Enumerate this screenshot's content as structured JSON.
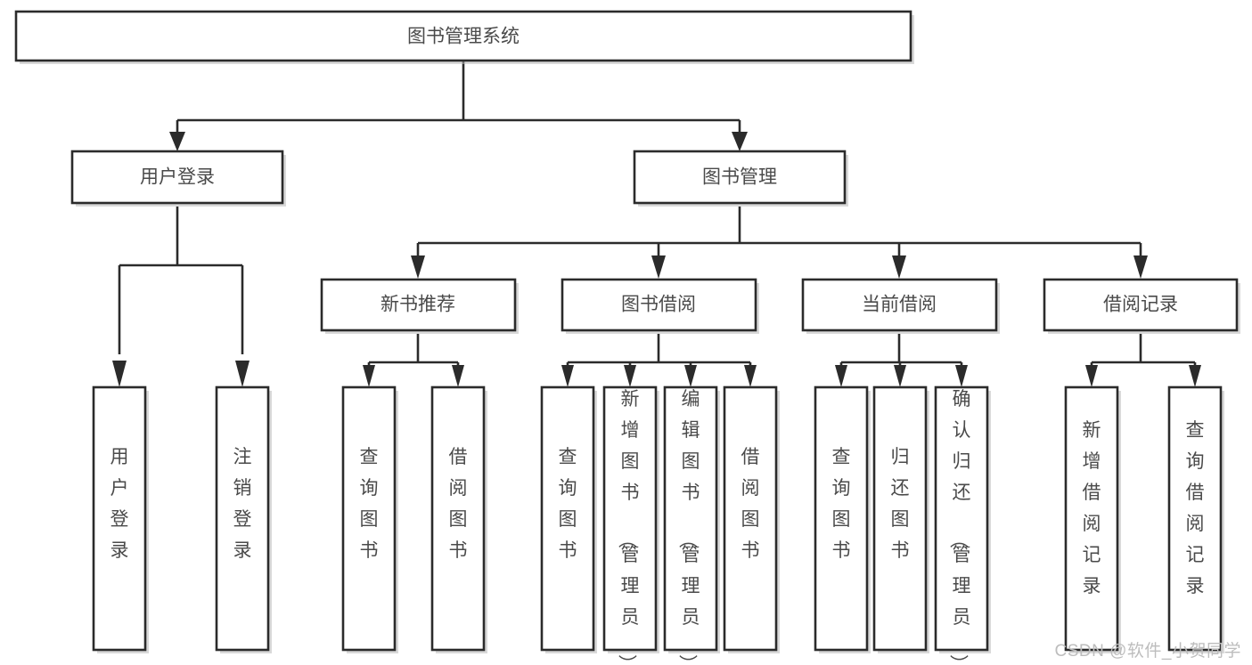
{
  "diagram": {
    "title": "图书管理系统",
    "type": "tree",
    "watermark": "CSDN @软件_小贺同学",
    "colors": {
      "stroke": "#2b2b2b",
      "fill": "#ffffff",
      "text": "#4a4a4a",
      "shadow": "#b9b9b9",
      "watermark": "#bdbdbd"
    },
    "root": {
      "label": "图书管理系统"
    },
    "level2": [
      {
        "label": "用户登录"
      },
      {
        "label": "图书管理"
      }
    ],
    "level3": [
      {
        "label": "新书推荐"
      },
      {
        "label": "图书借阅"
      },
      {
        "label": "当前借阅"
      },
      {
        "label": "借阅记录"
      }
    ],
    "leaves": {
      "user_login": [
        {
          "label": "用户登录"
        },
        {
          "label": "注销登录"
        }
      ],
      "new_book_recommend": [
        {
          "label": "查询图书"
        },
        {
          "label": "借阅图书"
        }
      ],
      "book_borrow": [
        {
          "label": "查询图书"
        },
        {
          "label": "新增图书（管理员）"
        },
        {
          "label": "编辑图书（管理员）"
        },
        {
          "label": "借阅图书"
        }
      ],
      "current_borrow": [
        {
          "label": "查询图书"
        },
        {
          "label": "归还图书"
        },
        {
          "label": "确认归还（管理员）"
        }
      ],
      "borrow_record": [
        {
          "label": "新增借阅记录"
        },
        {
          "label": "查询借阅记录"
        }
      ]
    }
  }
}
